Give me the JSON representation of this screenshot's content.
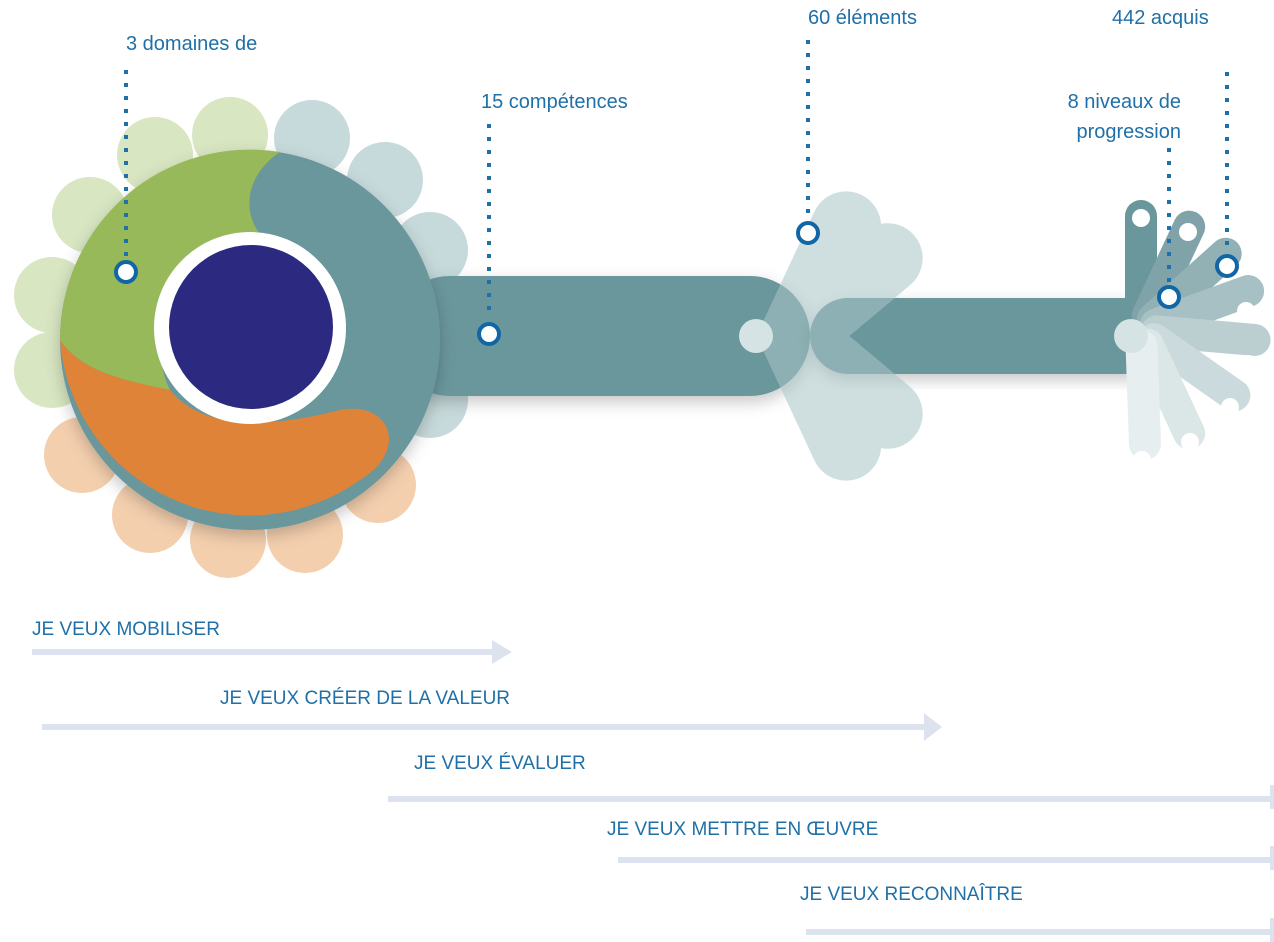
{
  "labels": {
    "domains": "3 domaines de",
    "competences": "15 compétences",
    "elements": "60 éléments",
    "levels_line1": "8 niveaux de",
    "levels_line2": "progression",
    "acquis": "442 acquis"
  },
  "actions": [
    "JE VEUX MOBILISER",
    "JE VEUX CRÉER DE LA VALEUR",
    "JE VEUX ÉVALUER",
    "JE VEUX METTRE EN ŒUVRE",
    "JE VEUX RECONNAÎTRE"
  ],
  "colors": {
    "label_blue": "#1f70a8",
    "teal": "#6a979c",
    "teal_light": "#c7dadb",
    "green": "#97b95a",
    "green_light": "#d8e6c2",
    "orange": "#de8338",
    "orange_light": "#f4cfae",
    "navy": "#2c2a80",
    "arrow": "#dde3ee"
  }
}
